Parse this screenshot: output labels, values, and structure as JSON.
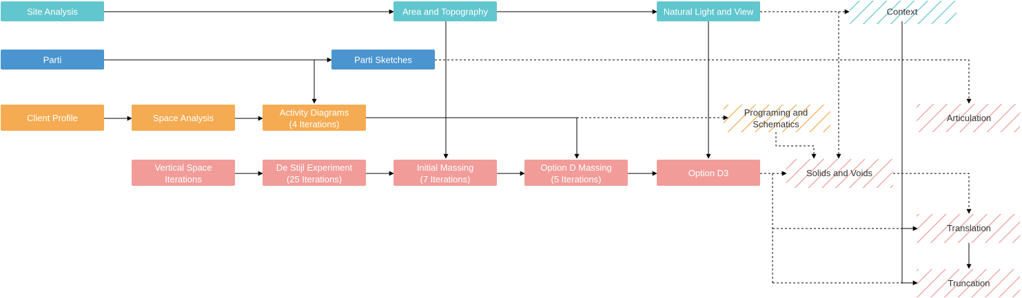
{
  "diagram": {
    "nodes": {
      "site_analysis": "Site Analysis",
      "area_topography": "Area and Topography",
      "natural_light": "Natural Light and View",
      "context": "Context",
      "parti": "Parti",
      "parti_sketches": "Parti Sketches",
      "client_profile": "Client Profile",
      "space_analysis": "Space Analysis",
      "activity_diagrams": [
        "Activity Diagrams",
        "(4 Iterations)"
      ],
      "programing": [
        "Programing and",
        "Schematics"
      ],
      "articulation": "Articulation",
      "vertical_space": [
        "Vertical Space",
        "Iterations"
      ],
      "de_stijl": [
        "De Stijl Experiment",
        "(25 Iterations)"
      ],
      "initial_massing": [
        "Initial Massing",
        "(7 Iterations)"
      ],
      "option_d_massing": [
        "Option D Massing",
        "(5 Iterations)"
      ],
      "option_d3": "Option D3",
      "solids_voids": "Solids and Voids",
      "translation": "Translation",
      "truncation": "Truncation"
    }
  },
  "colors": {
    "teal": "#61c6ce",
    "blue": "#4a95cf",
    "orange": "#f5ab51",
    "pink": "#f19c99",
    "edge": "#000000",
    "text_on_fill": "#ffffff",
    "text_on_hatch": "#333333"
  }
}
